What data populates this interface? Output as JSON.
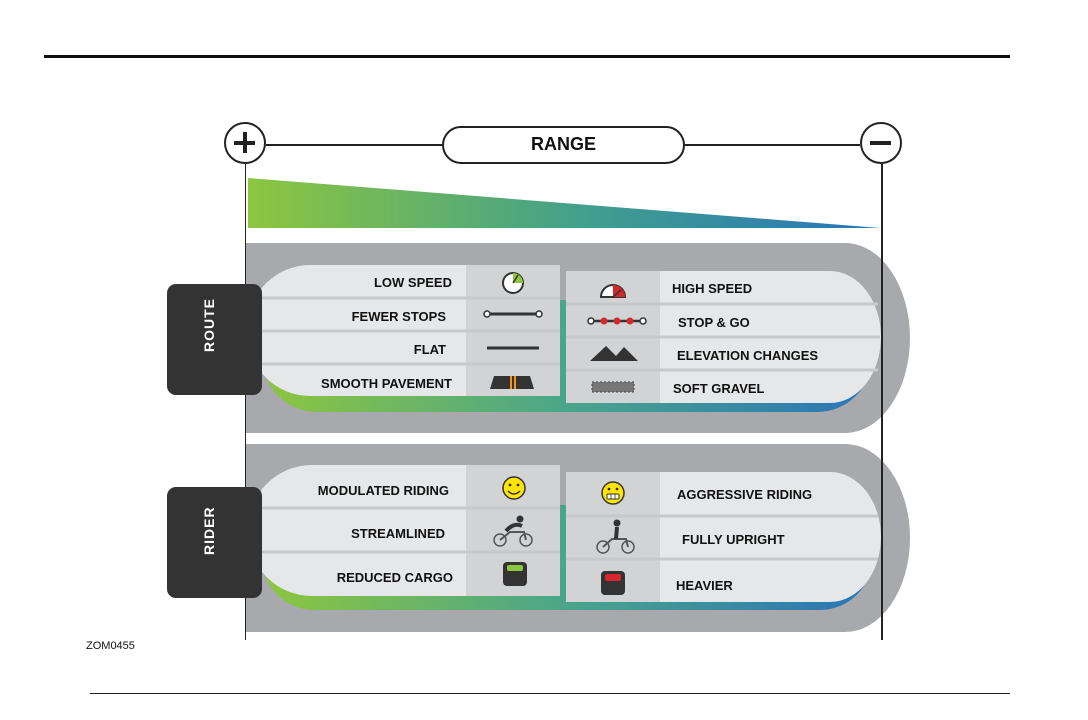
{
  "header": {
    "range_label": "RANGE",
    "plus_icon": "plus-circle-icon",
    "minus_icon": "minus-circle-icon"
  },
  "route": {
    "tab_label": "ROUTE",
    "left_items": [
      {
        "label": "LOW SPEED",
        "icon": "low-speedometer-icon"
      },
      {
        "label": "FEWER STOPS",
        "icon": "few-stops-icon"
      },
      {
        "label": "FLAT",
        "icon": "flat-line-icon"
      },
      {
        "label": "SMOOTH PAVEMENT",
        "icon": "smooth-road-icon"
      }
    ],
    "right_items": [
      {
        "label": "HIGH SPEED",
        "icon": "high-speedometer-icon"
      },
      {
        "label": "STOP & GO",
        "icon": "stop-and-go-icon"
      },
      {
        "label": "ELEVATION CHANGES",
        "icon": "mountains-icon"
      },
      {
        "label": "SOFT GRAVEL",
        "icon": "gravel-icon"
      }
    ]
  },
  "rider": {
    "tab_label": "RIDER",
    "left_items": [
      {
        "label": "MODULATED RIDING",
        "icon": "smiley-face-icon"
      },
      {
        "label": "STREAMLINED",
        "icon": "tucked-rider-icon"
      },
      {
        "label": "REDUCED CARGO",
        "icon": "light-scale-icon"
      }
    ],
    "right_items": [
      {
        "label": "AGGRESSIVE RIDING",
        "icon": "grimace-face-icon"
      },
      {
        "label": "FULLY UPRIGHT",
        "icon": "upright-rider-icon"
      },
      {
        "label": "HEAVIER",
        "icon": "heavy-scale-icon"
      }
    ]
  },
  "figure_id": "ZOM0455",
  "colors": {
    "green": "#8dc63f",
    "blue": "#2a74b8",
    "gray_band": "#a7a9ac",
    "dark_tab": "#333333"
  }
}
